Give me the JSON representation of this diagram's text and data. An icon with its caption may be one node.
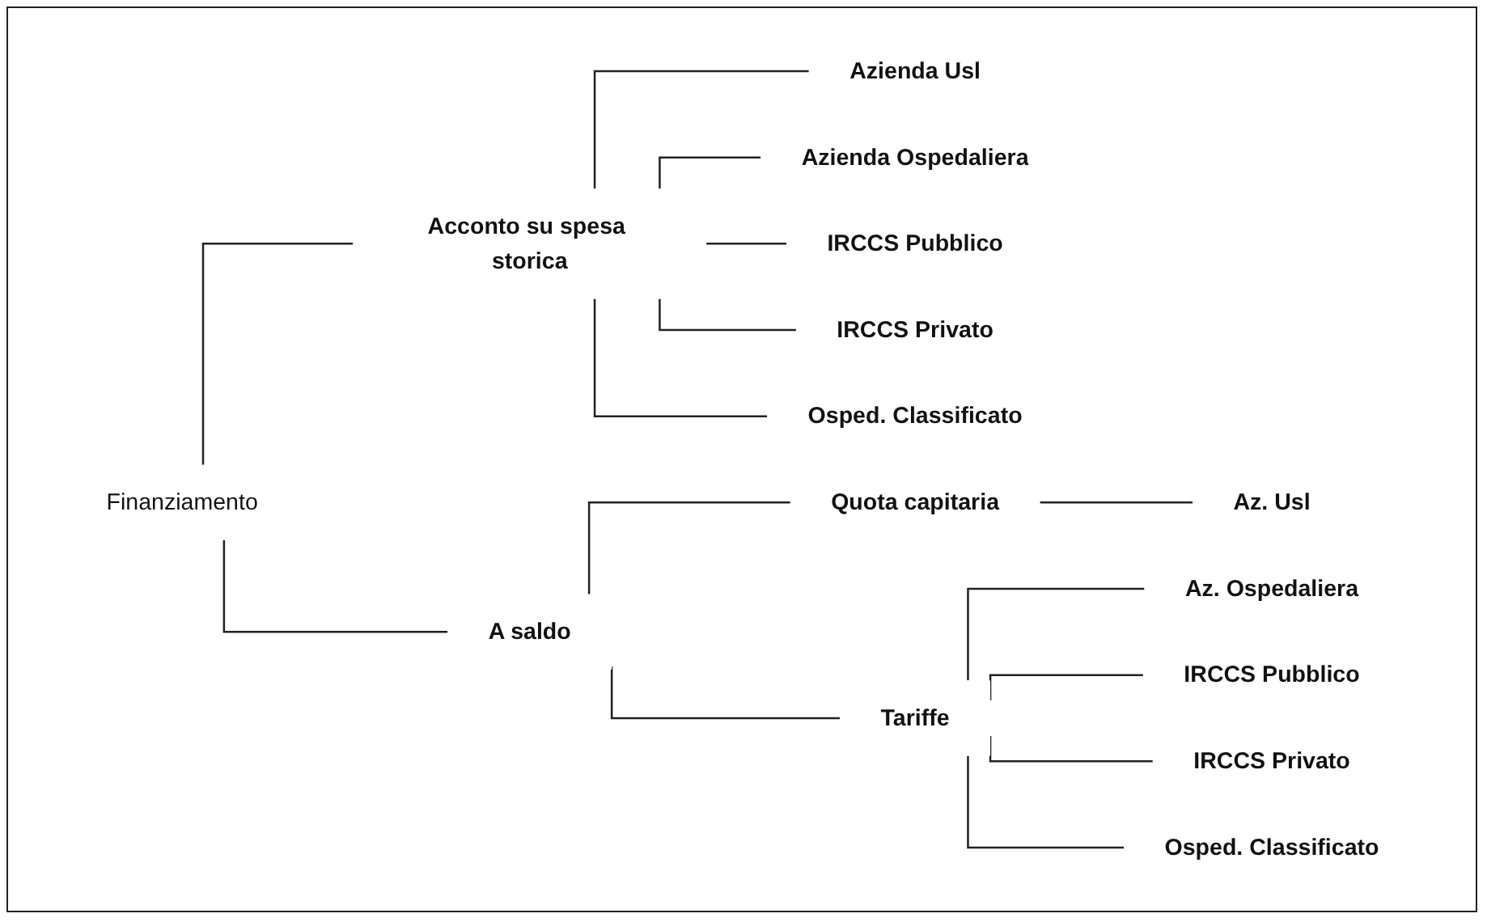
{
  "diagram": {
    "nodes": [
      {
        "text": [
          "Finanziamento"
        ]
      },
      {
        "text": [
          "Acconto su spesa storica"
        ]
      },
      {
        "text": [
          "A saldo"
        ]
      },
      {
        "text": [
          "Azienda Usl"
        ]
      },
      {
        "text": [
          "Azienda Ospedaliera"
        ]
      },
      {
        "text": [
          "IRCCS Pubblico"
        ]
      },
      {
        "text": [
          "IRCCS Privato"
        ]
      },
      {
        "text": [
          "Osped. Classificato"
        ]
      },
      {
        "text": [
          "Quota capitaria"
        ]
      },
      {
        "text": [
          "Tariffe"
        ]
      },
      {
        "text": [
          "Az. Usl"
        ]
      },
      {
        "text": [
          "Az. Ospedaliera"
        ]
      },
      {
        "text": [
          "IRCCS Pubblico"
        ]
      },
      {
        "text": [
          "IRCCS Privato"
        ]
      },
      {
        "text": [
          "Osped. Classificato"
        ]
      }
    ],
    "edges": [
      {
        "from": 0,
        "to": 1,
        "arrow": "none"
      },
      {
        "from": 0,
        "to": 2,
        "arrow": "none"
      },
      {
        "from": 1,
        "to": 3,
        "arrow": "none"
      },
      {
        "from": 1,
        "to": 4,
        "arrow": "none"
      },
      {
        "from": 1,
        "to": 5,
        "arrow": "none"
      },
      {
        "from": 1,
        "to": 6,
        "arrow": "none"
      },
      {
        "from": 1,
        "to": 7,
        "arrow": "none"
      },
      {
        "from": 2,
        "to": 8,
        "arrow": "none"
      },
      {
        "from": 2,
        "to": 9,
        "arrow": "none"
      },
      {
        "from": 8,
        "to": 10,
        "arrow": "none"
      },
      {
        "from": 9,
        "to": 11,
        "arrow": "none"
      },
      {
        "from": 9,
        "to": 12,
        "arrow": "none"
      },
      {
        "from": 9,
        "to": 13,
        "arrow": "none"
      },
      {
        "from": 9,
        "to": 14,
        "arrow": "none"
      }
    ]
  }
}
